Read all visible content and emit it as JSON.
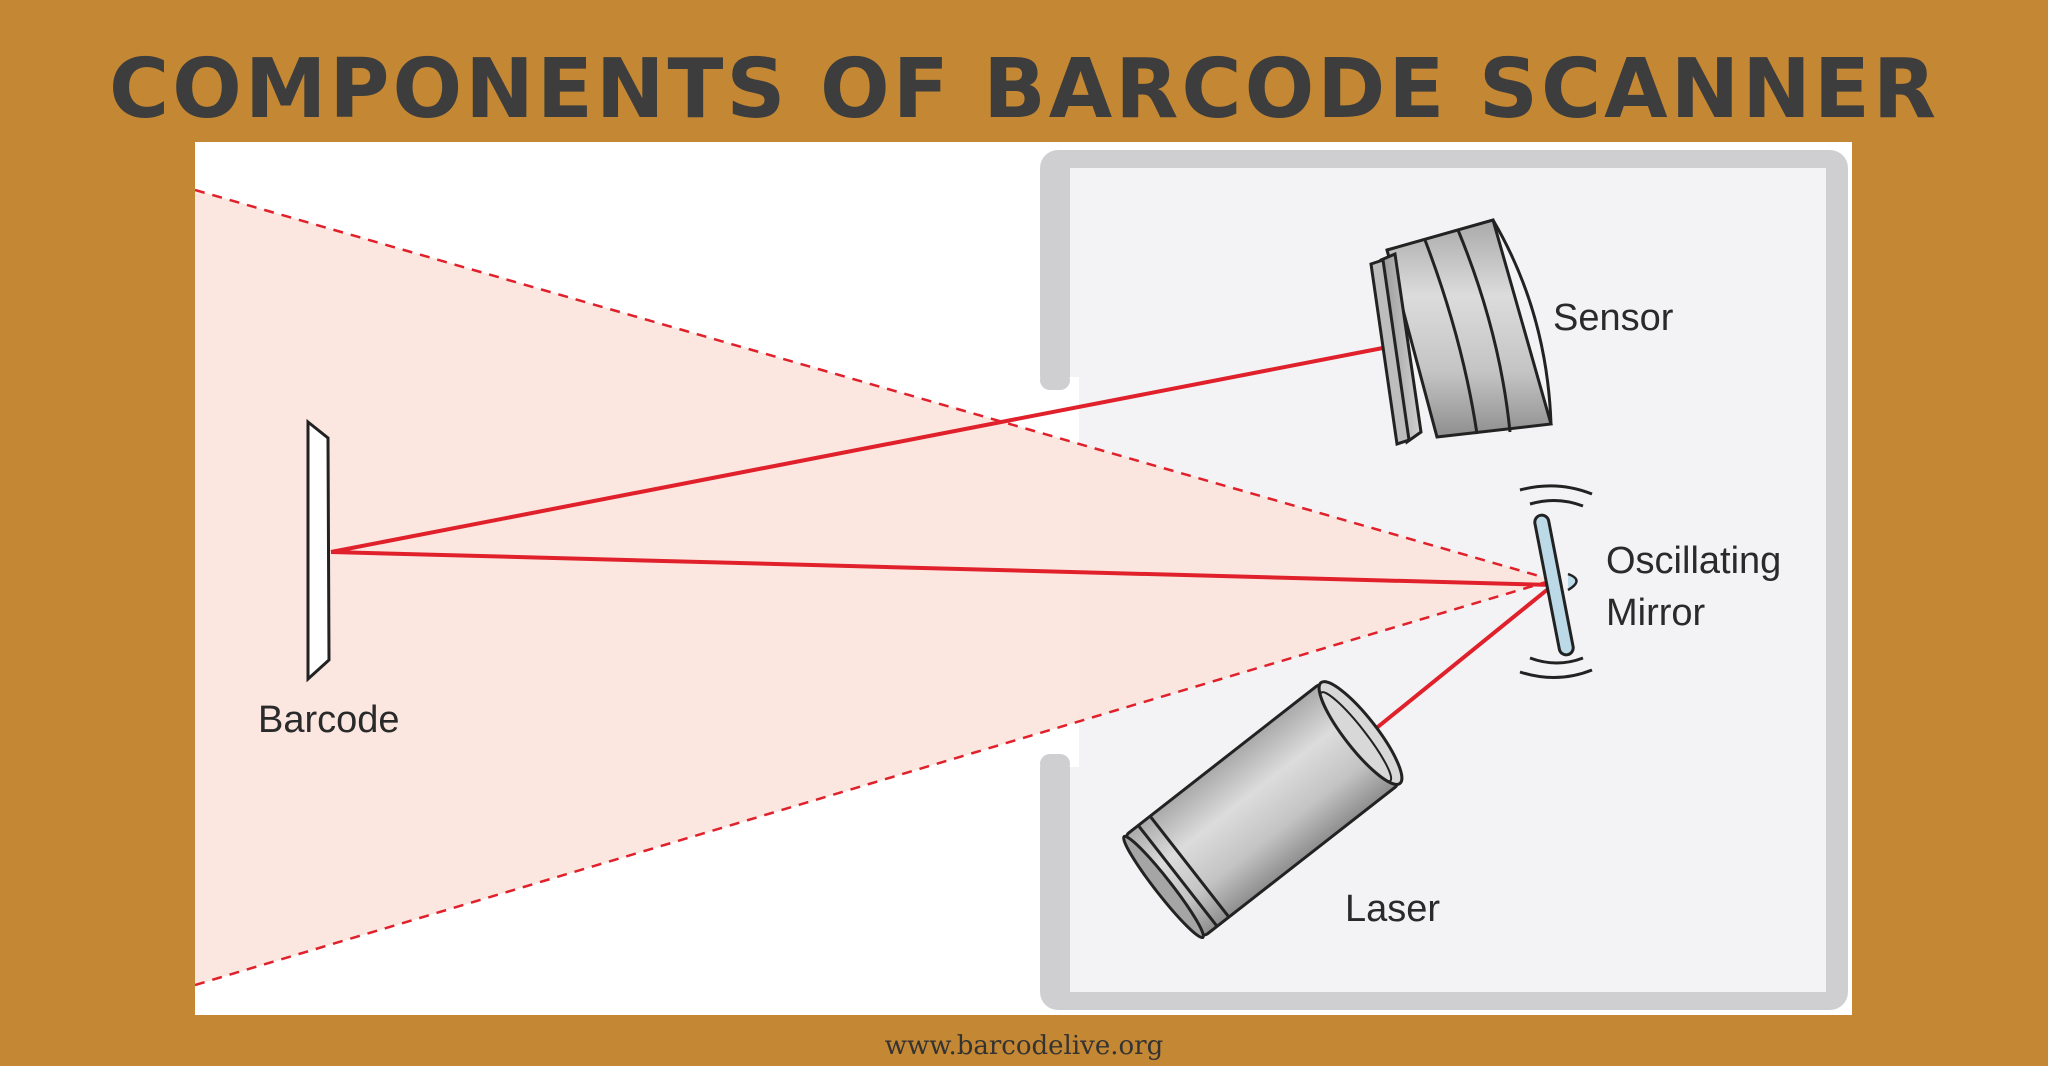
{
  "title": "COMPONENTS OF BARCODE SCANNER",
  "diagram": {
    "labels": {
      "sensor": "Sensor",
      "mirror_line1": "Oscillating",
      "mirror_line2": "Mirror",
      "barcode": "Barcode",
      "laser": "Laser"
    }
  },
  "footer": "www.barcodelive.org",
  "colors": {
    "background": "#c48733",
    "title": "#3d3d3d",
    "beam": "#e0202a",
    "fan": "#fbe6df",
    "housing": "#cfcfd1",
    "housing_inner": "#f3f3f5"
  }
}
